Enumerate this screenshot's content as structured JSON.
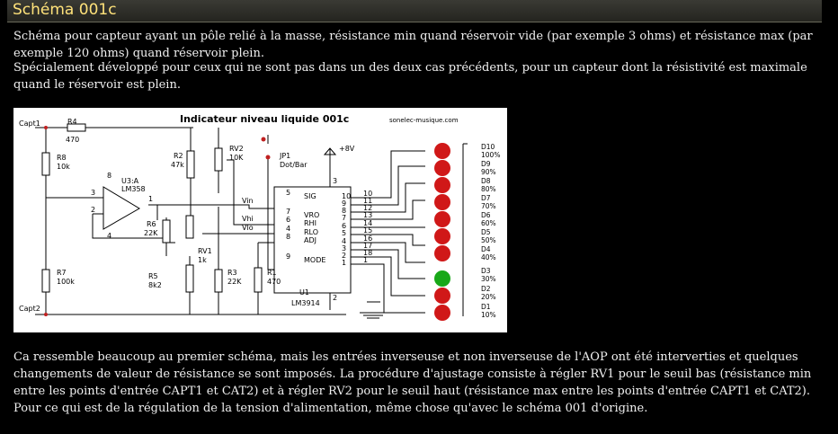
{
  "title": "Schéma 001c",
  "intro": {
    "p1": "Schéma pour capteur ayant un pôle relié à la masse, résistance min quand réservoir vide (par exemple 3 ohms) et résistance max (par exemple 120 ohms) quand réservoir plein.",
    "p2": "Spécialement développé pour ceux qui ne sont pas dans un des deux cas précédents, pour un capteur dont la résistivité est maximale quand le réservoir est plein."
  },
  "schematic": {
    "title": "Indicateur niveau liquide 001c",
    "site": "sonelec-musique.com",
    "capt1": "Capt1",
    "capt2": "Capt2",
    "r4": "R4",
    "r4_val": "470",
    "r8": "R8",
    "r8_val": "10k",
    "r7": "R7",
    "r7_val": "100k",
    "u3": "U3:A",
    "u3_val": "LM358",
    "r2": "R2",
    "r2_val": "47k",
    "rv2": "RV2",
    "rv2_val": "10K",
    "jp1": "JP1",
    "jp1_val": "Dot/Bar",
    "r6": "R6",
    "r6_val": "22K",
    "rv1": "RV1",
    "rv1_val": "1k",
    "r5": "R5",
    "r5_val": "8k2",
    "r3": "R3",
    "r3_val": "22K",
    "r1": "R1",
    "r1_val": "470",
    "u1": "U1",
    "u1_val": "LM3914",
    "supply": "+8V",
    "vin": "Vin",
    "vhi": "Vhi",
    "vlo": "Vlo",
    "pin_sig": "SIG",
    "pin_vro": "VRO",
    "pin_rhi": "RHI",
    "pin_rlo": "RLO",
    "pin_adj": "ADJ",
    "pin_mode": "MODE",
    "pins_left": [
      "5",
      "7",
      "6",
      "4",
      "8",
      "9"
    ],
    "pins_right": [
      "10",
      "11",
      "12",
      "13",
      "14",
      "15",
      "16",
      "17",
      "18",
      "1"
    ],
    "pins_inner": [
      "10",
      "9",
      "8",
      "7",
      "6",
      "5",
      "4",
      "3",
      "2",
      "1"
    ],
    "pin_top": "3",
    "pin_bottom": "2",
    "opamp_pins": {
      "plus": "3",
      "minus": "2",
      "out": "1",
      "vcc": "8",
      "gnd": "4"
    },
    "leds": [
      {
        "name": "D10",
        "pct": "100%"
      },
      {
        "name": "D9",
        "pct": "90%"
      },
      {
        "name": "D8",
        "pct": "80%"
      },
      {
        "name": "D7",
        "pct": "70%"
      },
      {
        "name": "D6",
        "pct": "60%"
      },
      {
        "name": "D5",
        "pct": "50%"
      },
      {
        "name": "D4",
        "pct": "40%"
      },
      {
        "name": "D3",
        "pct": "30%"
      },
      {
        "name": "D2",
        "pct": "20%"
      },
      {
        "name": "D1",
        "pct": "10%"
      }
    ],
    "led_colors": {
      "off": "#d01818",
      "on": "#18a818"
    }
  },
  "outro": "Ca ressemble beaucoup au premier schéma, mais les entrées inverseuse et non inverseuse de l'AOP ont été interverties et quelques changements de valeur de résistance se sont imposés. La procédure d'ajustage consiste à régler RV1 pour le seuil bas (résistance min entre les points d'entrée CAPT1 et CAT2) et à régler RV2 pour le seuil haut (résistance max entre les points d'entrée CAPT1 et CAT2). Pour ce qui est de la régulation de la tension d'alimentation, même chose qu'avec le schéma 001 d'origine."
}
